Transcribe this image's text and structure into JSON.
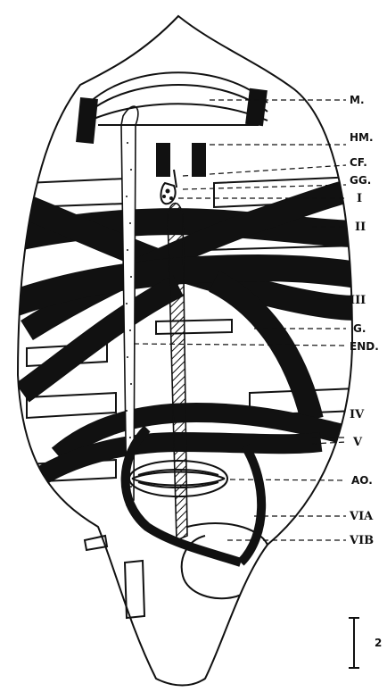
{
  "labels": {
    "m": "M.",
    "hm": "HM.",
    "cf": "CF.",
    "gg": "GG.",
    "i": "I",
    "ii": "II",
    "iii": "III",
    "g": "G.",
    "end": "END.",
    "iv": "IV",
    "v": "V",
    "ao": "AO.",
    "via": "VIA",
    "vib": "VIB"
  },
  "scale_bar": {
    "label": "2"
  },
  "colors": {
    "ink": "#111111",
    "paper": "#ffffff"
  }
}
